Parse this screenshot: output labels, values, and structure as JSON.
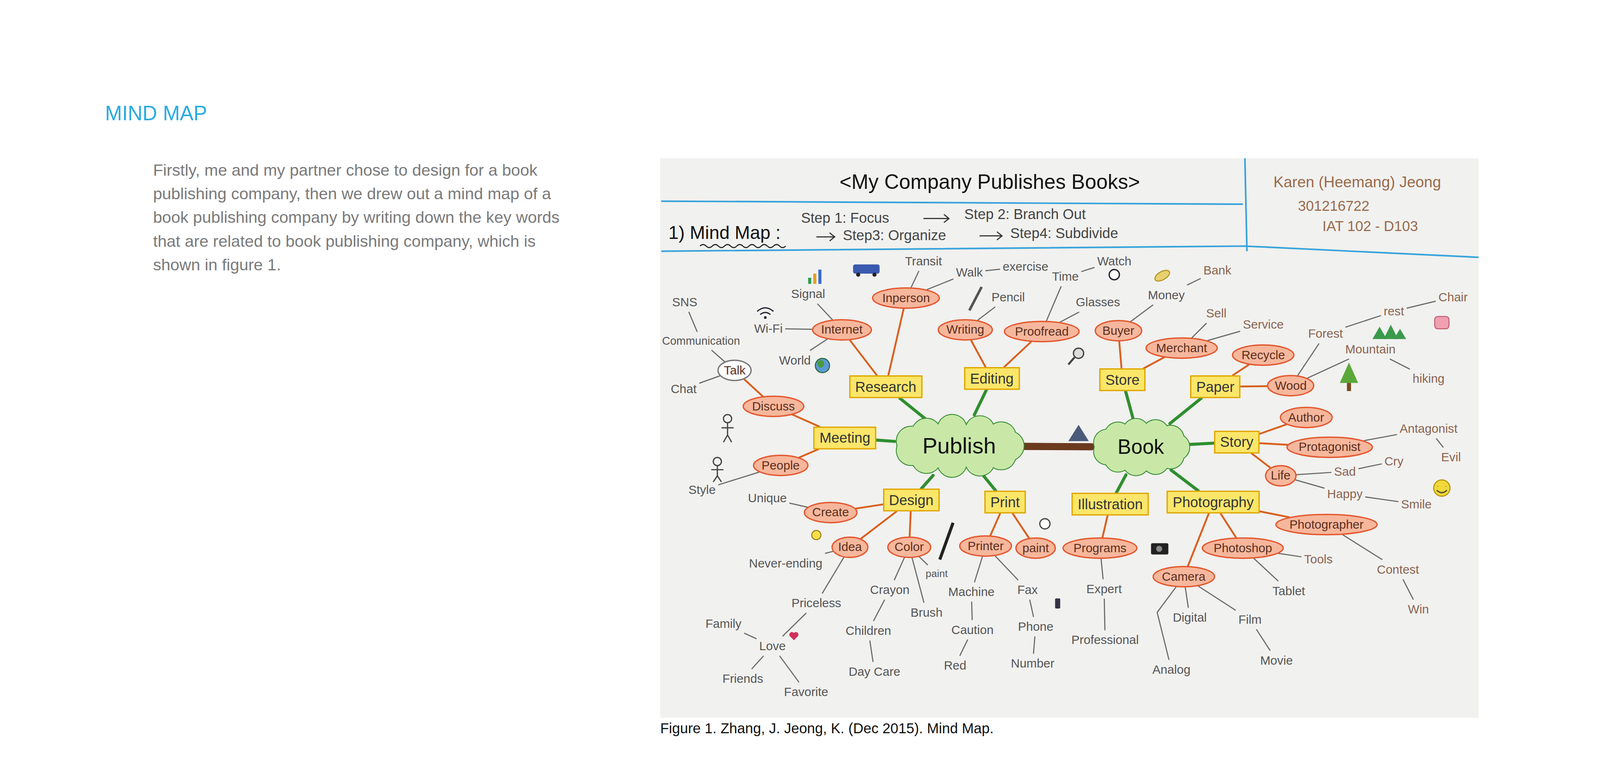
{
  "diagram": {
    "title": "MIND MAP",
    "caption": "Figure 1. Zhang, J. Jeong, K. (Dec 2015). Mind Map.",
    "nodes": [
      {
        "text": [
          "Publish"
        ]
      },
      {
        "text": [
          "Book"
        ]
      },
      {
        "text": [
          "Research"
        ]
      },
      {
        "text": [
          "Editing"
        ]
      },
      {
        "text": [
          "Store"
        ]
      },
      {
        "text": [
          "Paper"
        ]
      },
      {
        "text": [
          "Meeting"
        ]
      },
      {
        "text": [
          "Story"
        ]
      },
      {
        "text": [
          "Design"
        ]
      },
      {
        "text": [
          "Print"
        ]
      },
      {
        "text": [
          "Illustration"
        ]
      },
      {
        "text": [
          "Photography"
        ]
      },
      {
        "text": [
          "Inperson"
        ]
      },
      {
        "text": [
          "Internet"
        ]
      },
      {
        "text": [
          "Writing"
        ]
      },
      {
        "text": [
          "Proofread"
        ]
      },
      {
        "text": [
          "Buyer"
        ]
      },
      {
        "text": [
          "Merchant"
        ]
      },
      {
        "text": [
          "Recycle"
        ]
      },
      {
        "text": [
          "Wood"
        ]
      },
      {
        "text": [
          "Talk"
        ]
      },
      {
        "text": [
          "Discuss"
        ]
      },
      {
        "text": [
          "People"
        ]
      },
      {
        "text": [
          "Author"
        ]
      },
      {
        "text": [
          "Protagonist"
        ]
      },
      {
        "text": [
          "Life"
        ]
      },
      {
        "text": [
          "Create"
        ]
      },
      {
        "text": [
          "Idea"
        ]
      },
      {
        "text": [
          "Color"
        ]
      },
      {
        "text": [
          "Printer"
        ]
      },
      {
        "text": [
          "paint"
        ]
      },
      {
        "text": [
          "Programs"
        ]
      },
      {
        "text": [
          "Camera"
        ]
      },
      {
        "text": [
          "Photoshop"
        ]
      },
      {
        "text": [
          "Photographer"
        ]
      }
    ],
    "edges": [
      {
        "from": 0,
        "to": 1,
        "arrow": "none"
      },
      {
        "from": 0,
        "to": 2,
        "arrow": "none"
      },
      {
        "from": 0,
        "to": 3,
        "arrow": "none"
      },
      {
        "from": 0,
        "to": 6,
        "arrow": "none"
      },
      {
        "from": 0,
        "to": 8,
        "arrow": "none"
      },
      {
        "from": 0,
        "to": 9,
        "arrow": "none"
      },
      {
        "from": 1,
        "to": 4,
        "arrow": "none"
      },
      {
        "from": 1,
        "to": 5,
        "arrow": "none"
      },
      {
        "from": 1,
        "to": 7,
        "arrow": "none"
      },
      {
        "from": 1,
        "to": 10,
        "arrow": "none"
      },
      {
        "from": 1,
        "to": 11,
        "arrow": "none"
      },
      {
        "from": 2,
        "to": 12,
        "arrow": "none"
      },
      {
        "from": 2,
        "to": 13,
        "arrow": "none"
      },
      {
        "from": 3,
        "to": 14,
        "arrow": "none"
      },
      {
        "from": 3,
        "to": 15,
        "arrow": "none"
      },
      {
        "from": 4,
        "to": 16,
        "arrow": "none"
      },
      {
        "from": 4,
        "to": 17,
        "arrow": "none"
      },
      {
        "from": 5,
        "to": 18,
        "arrow": "none"
      },
      {
        "from": 5,
        "to": 19,
        "arrow": "none"
      },
      {
        "from": 6,
        "to": 21,
        "arrow": "none"
      },
      {
        "from": 6,
        "to": 22,
        "arrow": "none"
      },
      {
        "from": 21,
        "to": 20,
        "arrow": "none"
      },
      {
        "from": 7,
        "to": 23,
        "arrow": "none"
      },
      {
        "from": 7,
        "to": 24,
        "arrow": "none"
      },
      {
        "from": 7,
        "to": 25,
        "arrow": "none"
      },
      {
        "from": 8,
        "to": 26,
        "arrow": "none"
      },
      {
        "from": 8,
        "to": 27,
        "arrow": "none"
      },
      {
        "from": 8,
        "to": 28,
        "arrow": "none"
      },
      {
        "from": 9,
        "to": 29,
        "arrow": "none"
      },
      {
        "from": 9,
        "to": 30,
        "arrow": "none"
      },
      {
        "from": 10,
        "to": 31,
        "arrow": "none"
      },
      {
        "from": 11,
        "to": 32,
        "arrow": "none"
      },
      {
        "from": 11,
        "to": 33,
        "arrow": "none"
      },
      {
        "from": 11,
        "to": 34,
        "arrow": "none"
      }
    ],
    "labels": [
      "Firstly, me and my partner chose to design for a book publishing company, then we drew out a mind map of a book publishing company by writing down the key words that are related to book publishing company, which is shown in figure 1.",
      "<My Company Publishes Books>",
      "Karen (Heemang) Jeong",
      "301216722",
      "IAT 102 - D103",
      "1) Mind Map :",
      "Step 1: Focus",
      "Step 2: Branch Out",
      "Step3: Organize",
      "Step4: Subdivide",
      "SNS",
      "Communication",
      "Chat",
      "Signal",
      "Wi-Fi",
      "World",
      "Transit",
      "Walk",
      "exercise",
      "Pencil",
      "Time",
      "Watch",
      "Glasses",
      "Money",
      "Bank",
      "Sell",
      "Service",
      "Forest",
      "rest",
      "Chair",
      "Mountain",
      "hiking",
      "Antagonist",
      "Evil",
      "Cry",
      "Sad",
      "Happy",
      "Smile",
      "Style",
      "Unique",
      "Never-ending",
      "Priceless",
      "Love",
      "Family",
      "Friends",
      "Favorite",
      "Children",
      "Day Care",
      "Crayon",
      "paint",
      "Brush",
      "Machine",
      "Caution",
      "Red",
      "Fax",
      "Phone",
      "Number",
      "Expert",
      "Professional",
      "Digital",
      "Film",
      "Movie",
      "Analog",
      "Tablet",
      "Tools",
      "Contest",
      "Win"
    ]
  }
}
